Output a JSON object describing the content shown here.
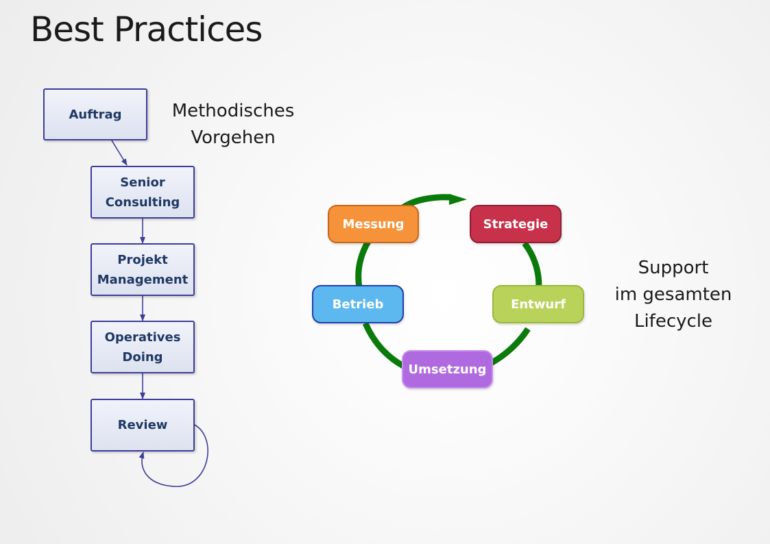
{
  "title": "Best Practices",
  "process": {
    "steps": [
      {
        "label": "Auftrag"
      },
      {
        "label": "Senior\nConsulting"
      },
      {
        "label": "Projekt\nManagement"
      },
      {
        "label": "Operatives\nDoing"
      },
      {
        "label": "Review"
      }
    ],
    "caption": "Methodisches\nVorgehen",
    "border_color": "#3c3c9a",
    "text_color": "#1f3864"
  },
  "cycle": {
    "arrow_color": "#0a7a0a",
    "stages": [
      {
        "label": "Strategie",
        "color": "#c8314a"
      },
      {
        "label": "Entwurf",
        "color": "#b9d35a"
      },
      {
        "label": "Umsetzung",
        "color": "#b06ae0"
      },
      {
        "label": "Betrieb",
        "color": "#5cb8ee"
      },
      {
        "label": "Messung",
        "color": "#f6923a"
      }
    ],
    "caption": "Support\nim gesamten\nLifecycle"
  }
}
